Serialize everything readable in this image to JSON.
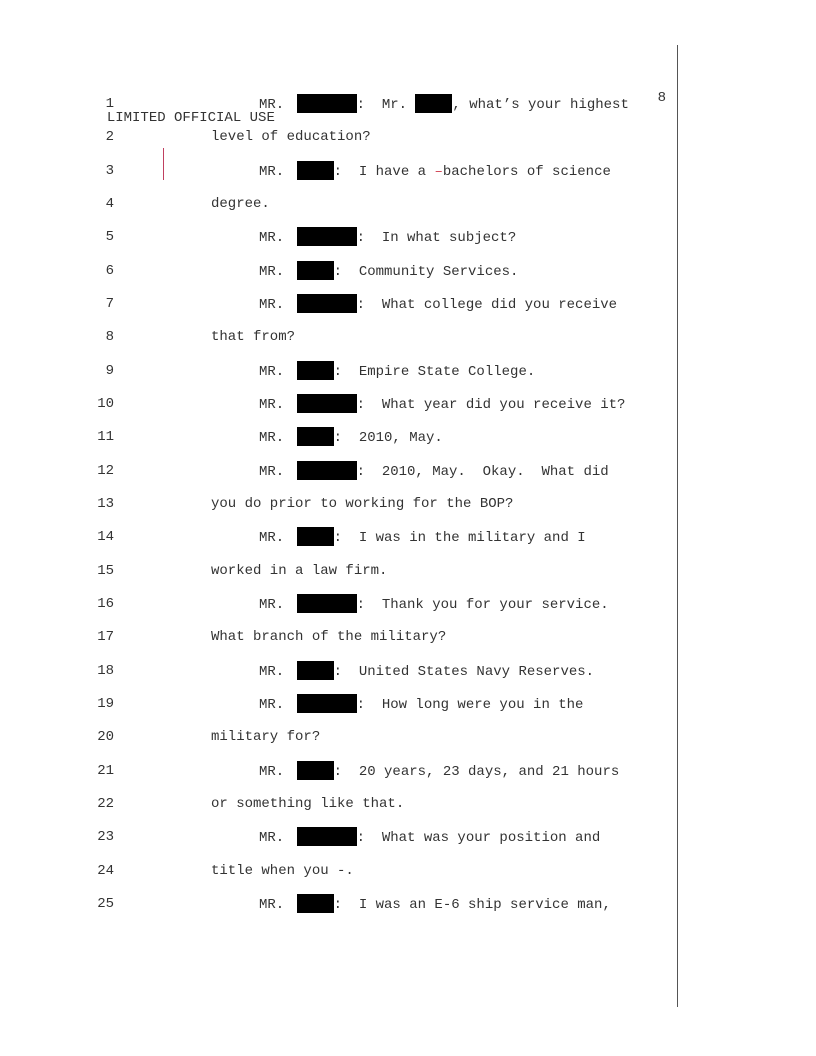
{
  "header": {
    "label": "LIMITED OFFICIAL USE",
    "page_number": "8"
  },
  "lines": [
    {
      "n": "1",
      "kind": "speaker",
      "segs": [
        {
          "t": "MR. "
        },
        {
          "r": "long"
        },
        {
          "t": ":  Mr. "
        },
        {
          "r": "name"
        },
        {
          "t": ", what’s your highest"
        }
      ]
    },
    {
      "n": "2",
      "kind": "cont",
      "segs": [
        {
          "t": "level of education?"
        }
      ]
    },
    {
      "n": "3",
      "kind": "speaker",
      "segs": [
        {
          "t": "MR. "
        },
        {
          "r": "short"
        },
        {
          "t": ":  I have a "
        },
        {
          "m": "–"
        },
        {
          "t": "bachelors of science"
        }
      ]
    },
    {
      "n": "4",
      "kind": "cont",
      "segs": [
        {
          "t": "degree."
        }
      ]
    },
    {
      "n": "5",
      "kind": "speaker",
      "segs": [
        {
          "t": "MR. "
        },
        {
          "r": "long"
        },
        {
          "t": ":  In what subject?"
        }
      ]
    },
    {
      "n": "6",
      "kind": "speaker",
      "segs": [
        {
          "t": "MR. "
        },
        {
          "r": "short"
        },
        {
          "t": ":  Community Services."
        }
      ]
    },
    {
      "n": "7",
      "kind": "speaker",
      "segs": [
        {
          "t": "MR. "
        },
        {
          "r": "long"
        },
        {
          "t": ":  What college did you receive"
        }
      ]
    },
    {
      "n": "8",
      "kind": "cont",
      "segs": [
        {
          "t": "that from?"
        }
      ]
    },
    {
      "n": "9",
      "kind": "speaker",
      "segs": [
        {
          "t": "MR. "
        },
        {
          "r": "short"
        },
        {
          "t": ":  Empire State College."
        }
      ]
    },
    {
      "n": "10",
      "kind": "speaker",
      "segs": [
        {
          "t": "MR. "
        },
        {
          "r": "long"
        },
        {
          "t": ":  What year did you receive it?"
        }
      ]
    },
    {
      "n": "11",
      "kind": "speaker",
      "segs": [
        {
          "t": "MR. "
        },
        {
          "r": "short"
        },
        {
          "t": ":  2010, May."
        }
      ]
    },
    {
      "n": "12",
      "kind": "speaker",
      "segs": [
        {
          "t": "MR. "
        },
        {
          "r": "long"
        },
        {
          "t": ":  2010, May.  Okay.  What did"
        }
      ]
    },
    {
      "n": "13",
      "kind": "cont",
      "segs": [
        {
          "t": "you do prior to working for the BOP?"
        }
      ]
    },
    {
      "n": "14",
      "kind": "speaker",
      "segs": [
        {
          "t": "MR. "
        },
        {
          "r": "short"
        },
        {
          "t": ":  I was in the military and I"
        }
      ]
    },
    {
      "n": "15",
      "kind": "cont",
      "segs": [
        {
          "t": "worked in a law firm."
        }
      ]
    },
    {
      "n": "16",
      "kind": "speaker",
      "segs": [
        {
          "t": "MR. "
        },
        {
          "r": "long"
        },
        {
          "t": ":  Thank you for your service."
        }
      ]
    },
    {
      "n": "17",
      "kind": "cont",
      "segs": [
        {
          "t": "What branch of the military?"
        }
      ]
    },
    {
      "n": "18",
      "kind": "speaker",
      "segs": [
        {
          "t": "MR. "
        },
        {
          "r": "short"
        },
        {
          "t": ":  United States Navy Reserves."
        }
      ]
    },
    {
      "n": "19",
      "kind": "speaker",
      "segs": [
        {
          "t": "MR. "
        },
        {
          "r": "long"
        },
        {
          "t": ":  How long were you in the"
        }
      ]
    },
    {
      "n": "20",
      "kind": "cont",
      "segs": [
        {
          "t": "military for?"
        }
      ]
    },
    {
      "n": "21",
      "kind": "speaker",
      "segs": [
        {
          "t": "MR. "
        },
        {
          "r": "short"
        },
        {
          "t": ":  20 years, 23 days, and 21 hours"
        }
      ]
    },
    {
      "n": "22",
      "kind": "cont",
      "segs": [
        {
          "t": "or something like that."
        }
      ]
    },
    {
      "n": "23",
      "kind": "speaker",
      "segs": [
        {
          "t": "MR. "
        },
        {
          "r": "long"
        },
        {
          "t": ":  What was your position and"
        }
      ]
    },
    {
      "n": "24",
      "kind": "cont",
      "segs": [
        {
          "t": "title when you -."
        }
      ]
    },
    {
      "n": "25",
      "kind": "speaker",
      "segs": [
        {
          "t": "MR. "
        },
        {
          "r": "short"
        },
        {
          "t": ":  I was an E-6 ship service man,"
        }
      ]
    }
  ]
}
